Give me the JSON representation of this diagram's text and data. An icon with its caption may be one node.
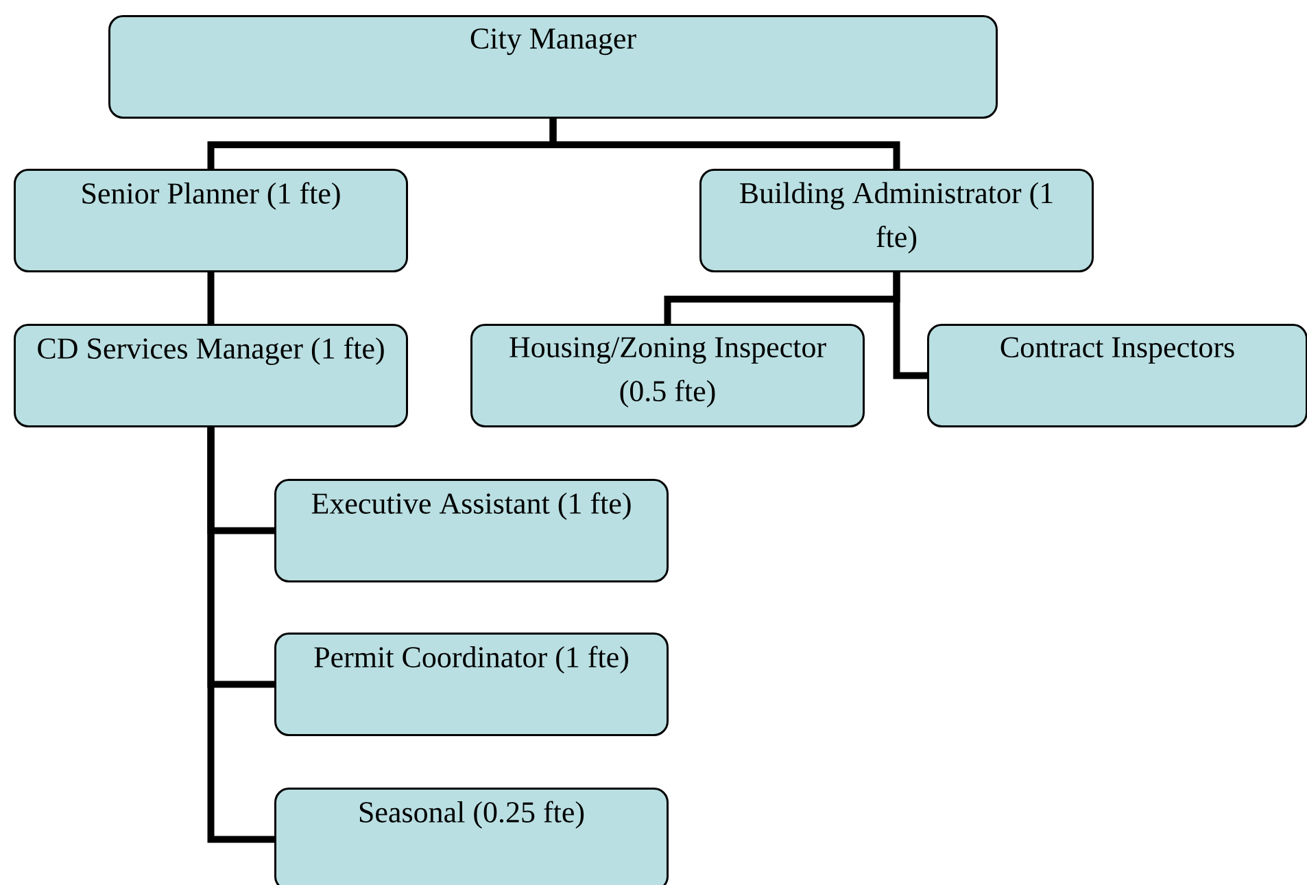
{
  "diagram": {
    "nodes": [
      {
        "text": [
          "City Manager"
        ]
      },
      {
        "text": [
          "Senior Planner (1 fte)"
        ]
      },
      {
        "text": [
          "Building Administrator (1 fte)"
        ]
      },
      {
        "text": [
          "CD Services Manager (1 fte)"
        ]
      },
      {
        "text": [
          "Housing/Zoning Inspector (0.5 fte)"
        ]
      },
      {
        "text": [
          "Contract Inspectors"
        ]
      },
      {
        "text": [
          "Executive Assistant (1 fte)"
        ]
      },
      {
        "text": [
          "Permit Coordinator (1 fte)"
        ]
      },
      {
        "text": [
          "Seasonal (0.25 fte)"
        ]
      }
    ],
    "edges": [
      {
        "from": 0,
        "to": 1,
        "arrow": "none"
      },
      {
        "from": 0,
        "to": 2,
        "arrow": "none"
      },
      {
        "from": 1,
        "to": 3,
        "arrow": "none"
      },
      {
        "from": 2,
        "to": 4,
        "arrow": "none"
      },
      {
        "from": 2,
        "to": 5,
        "arrow": "none"
      },
      {
        "from": 3,
        "to": 6,
        "arrow": "none"
      },
      {
        "from": 3,
        "to": 7,
        "arrow": "none"
      },
      {
        "from": 3,
        "to": 8,
        "arrow": "none"
      }
    ]
  }
}
